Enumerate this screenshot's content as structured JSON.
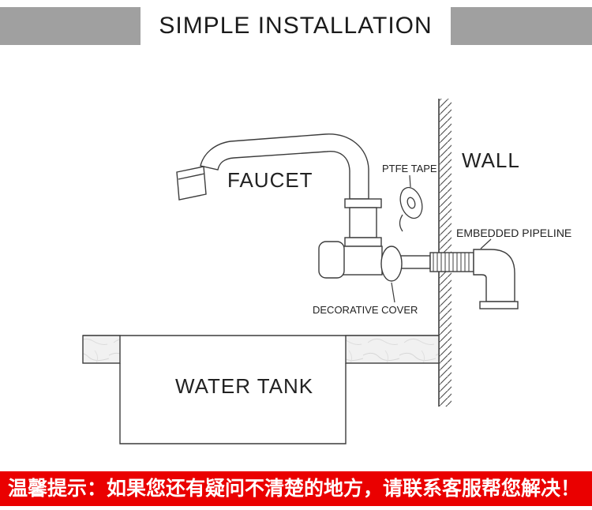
{
  "header": {
    "title": "SIMPLE INSTALLATION"
  },
  "diagram": {
    "labels": {
      "faucet": "FAUCET",
      "wall": "WALL",
      "ptfe_tape": "PTFE TAPE",
      "embedded_pipeline": "EMBEDDED PIPELINE",
      "decorative_cover": "DECORATIVE COVER",
      "water_tank": "WATER TANK"
    }
  },
  "footer": {
    "notice": "温馨提示：如果您还有疑问不清楚的地方，请联系客服帮您解决！"
  },
  "colors": {
    "header_bar": "#a0a0a0",
    "footer_bg": "#ea0000",
    "footer_text": "#ffffff",
    "line": "#3c3c3c"
  }
}
